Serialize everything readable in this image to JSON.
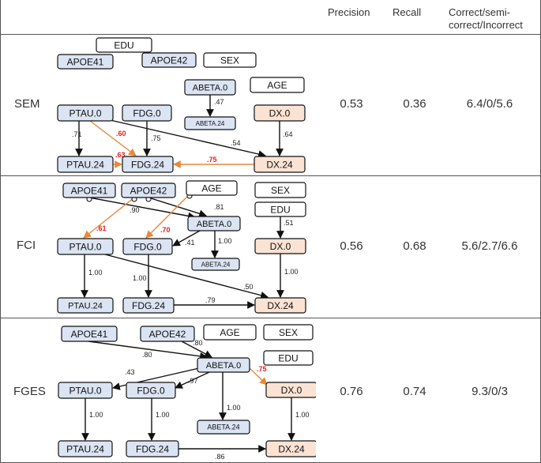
{
  "header": {
    "precision": "Precision",
    "recall": "Recall",
    "correct_line1": "Correct/semi-",
    "correct_line2": "correct/Incorrect"
  },
  "colors": {
    "node_blue": "#dbe4f2",
    "node_peach": "#fbe3d4",
    "node_white": "#ffffff",
    "edge_black": "#111111",
    "edge_orange": "#e8873a",
    "label_red": "#e02020"
  },
  "rows": [
    {
      "id": "sem",
      "method": "SEM",
      "precision": "0.53",
      "recall": "0.36",
      "correct": "6.4/0/5.6",
      "nodes": [
        {
          "id": "edu",
          "label": "EDU"
        },
        {
          "id": "apoe41",
          "label": "APOE41"
        },
        {
          "id": "apoe42",
          "label": "APOE42"
        },
        {
          "id": "sex",
          "label": "SEX"
        },
        {
          "id": "abeta0",
          "label": "ABETA.0"
        },
        {
          "id": "age",
          "label": "AGE"
        },
        {
          "id": "abeta24",
          "label": "ABETA.24"
        },
        {
          "id": "ptau0",
          "label": "PTAU.0"
        },
        {
          "id": "fdg0",
          "label": "FDG.0"
        },
        {
          "id": "dx0",
          "label": "DX.0"
        },
        {
          "id": "ptau24",
          "label": "PTAU.24"
        },
        {
          "id": "fdg24",
          "label": "FDG.24"
        },
        {
          "id": "dx24",
          "label": "DX.24"
        }
      ],
      "edges": [
        {
          "from": "abeta0",
          "to": "abeta24",
          "weight": ".47",
          "style": "black"
        },
        {
          "from": "ptau0",
          "to": "ptau24",
          "weight": ".71",
          "style": "black"
        },
        {
          "from": "ptau0",
          "to": "fdg24",
          "weight": ".60",
          "style": "orange"
        },
        {
          "from": "fdg0",
          "to": "fdg24",
          "weight": ".75",
          "style": "black"
        },
        {
          "from": "ptau0",
          "to": "dx24",
          "weight": ".54",
          "style": "black"
        },
        {
          "from": "dx0",
          "to": "dx24",
          "weight": ".64",
          "style": "black"
        },
        {
          "from": "ptau24",
          "to": "fdg24",
          "weight": ".63",
          "style": "orange"
        },
        {
          "from": "dx24",
          "to": "fdg24",
          "weight": ".75",
          "style": "orange"
        }
      ]
    },
    {
      "id": "fci",
      "method": "FCI",
      "precision": "0.56",
      "recall": "0.68",
      "correct": "5.6/2.7/6.6",
      "nodes": [
        {
          "id": "apoe41",
          "label": "APOE41"
        },
        {
          "id": "apoe42",
          "label": "APOE42"
        },
        {
          "id": "age",
          "label": "AGE"
        },
        {
          "id": "sex",
          "label": "SEX"
        },
        {
          "id": "edu",
          "label": "EDU"
        },
        {
          "id": "abeta0",
          "label": "ABETA.0"
        },
        {
          "id": "ptau0",
          "label": "PTAU.0"
        },
        {
          "id": "fdg0",
          "label": "FDG.0"
        },
        {
          "id": "abeta24",
          "label": "ABETA.24"
        },
        {
          "id": "dx0",
          "label": "DX.0"
        },
        {
          "id": "ptau24",
          "label": "PTAU.24"
        },
        {
          "id": "fdg24",
          "label": "FDG.24"
        },
        {
          "id": "dx24",
          "label": "DX.24"
        }
      ],
      "edges": [
        {
          "from": "apoe41",
          "to": "abeta0",
          "weight": ".90",
          "style": "black"
        },
        {
          "from": "apoe42",
          "to": "abeta0",
          "weight": ".81",
          "style": "black"
        },
        {
          "from": "apoe42",
          "to": "ptau0",
          "weight": ".61",
          "style": "orange"
        },
        {
          "from": "age",
          "to": "fdg0",
          "weight": ".70",
          "style": "orange"
        },
        {
          "from": "abeta0",
          "to": "fdg0",
          "weight": ".41",
          "style": "black"
        },
        {
          "from": "abeta0",
          "to": "abeta24",
          "weight": "1.00",
          "style": "black"
        },
        {
          "from": "edu",
          "to": "dx0",
          "weight": ".51",
          "style": "black"
        },
        {
          "from": "ptau0",
          "to": "ptau24",
          "weight": "1.00",
          "style": "black"
        },
        {
          "from": "fdg0",
          "to": "fdg24",
          "weight": "1.00",
          "style": "black"
        },
        {
          "from": "ptau0",
          "to": "dx24",
          "weight": ".50",
          "style": "black"
        },
        {
          "from": "dx0",
          "to": "dx24",
          "weight": "1.00",
          "style": "black"
        },
        {
          "from": "fdg24",
          "to": "dx24",
          "weight": ".79",
          "style": "black"
        }
      ]
    },
    {
      "id": "fges",
      "method": "FGES",
      "precision": "0.76",
      "recall": "0.74",
      "correct": "9.3/0/3",
      "nodes": [
        {
          "id": "apoe41",
          "label": "APOE41"
        },
        {
          "id": "apoe42",
          "label": "APOE42"
        },
        {
          "id": "age",
          "label": "AGE"
        },
        {
          "id": "sex",
          "label": "SEX"
        },
        {
          "id": "edu",
          "label": "EDU"
        },
        {
          "id": "abeta0",
          "label": "ABETA.0"
        },
        {
          "id": "ptau0",
          "label": "PTAU.0"
        },
        {
          "id": "fdg0",
          "label": "FDG.0"
        },
        {
          "id": "dx0",
          "label": "DX.0"
        },
        {
          "id": "abeta24",
          "label": "ABETA.24"
        },
        {
          "id": "ptau24",
          "label": "PTAU.24"
        },
        {
          "id": "fdg24",
          "label": "FDG.24"
        },
        {
          "id": "dx24",
          "label": "DX.24"
        }
      ],
      "edges": [
        {
          "from": "apoe41",
          "to": "abeta0",
          "weight": ".80",
          "style": "black"
        },
        {
          "from": "apoe42",
          "to": "abeta0",
          "weight": ".80",
          "style": "black"
        },
        {
          "from": "abeta0",
          "to": "ptau0",
          "weight": ".43",
          "style": "black"
        },
        {
          "from": "abeta0",
          "to": "fdg0",
          "weight": ".97",
          "style": "black"
        },
        {
          "from": "abeta0",
          "to": "dx0",
          "weight": ".75",
          "style": "orange"
        },
        {
          "from": "abeta0",
          "to": "abeta24",
          "weight": "1.00",
          "style": "black"
        },
        {
          "from": "ptau0",
          "to": "ptau24",
          "weight": "1.00",
          "style": "black"
        },
        {
          "from": "fdg0",
          "to": "fdg24",
          "weight": "1.00",
          "style": "black"
        },
        {
          "from": "dx0",
          "to": "dx24",
          "weight": "1.00",
          "style": "black"
        },
        {
          "from": "fdg24",
          "to": "dx24",
          "weight": ".86",
          "style": "black"
        }
      ]
    }
  ]
}
